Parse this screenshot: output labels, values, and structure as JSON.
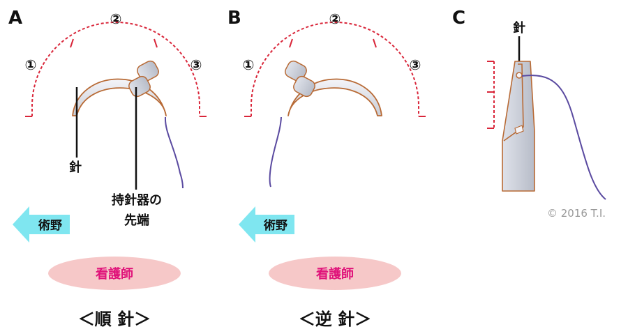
{
  "panels": [
    {
      "letter": "A",
      "zones": [
        "①",
        "②",
        "③"
      ],
      "needle_label": "針",
      "holder_label": [
        "持針器の",
        "先端"
      ],
      "field_label": "術野",
      "nurse_label": "看護師",
      "caption": "＜順 針＞"
    },
    {
      "letter": "B",
      "zones": [
        "①",
        "②",
        "③"
      ],
      "field_label": "術野",
      "nurse_label": "看護師",
      "caption": "＜逆 針＞"
    },
    {
      "letter": "C",
      "needle_label": "針"
    }
  ],
  "copyright": "© 2016 T.I.",
  "colors": {
    "zone_arc": "#d9263a",
    "needle_outline": "#b86a35",
    "thread": "#5a4aa0",
    "field_arrow": "#7fe6f0",
    "nurse_ellipse": "#f6c8c8",
    "nurse_text": "#e0137a"
  }
}
